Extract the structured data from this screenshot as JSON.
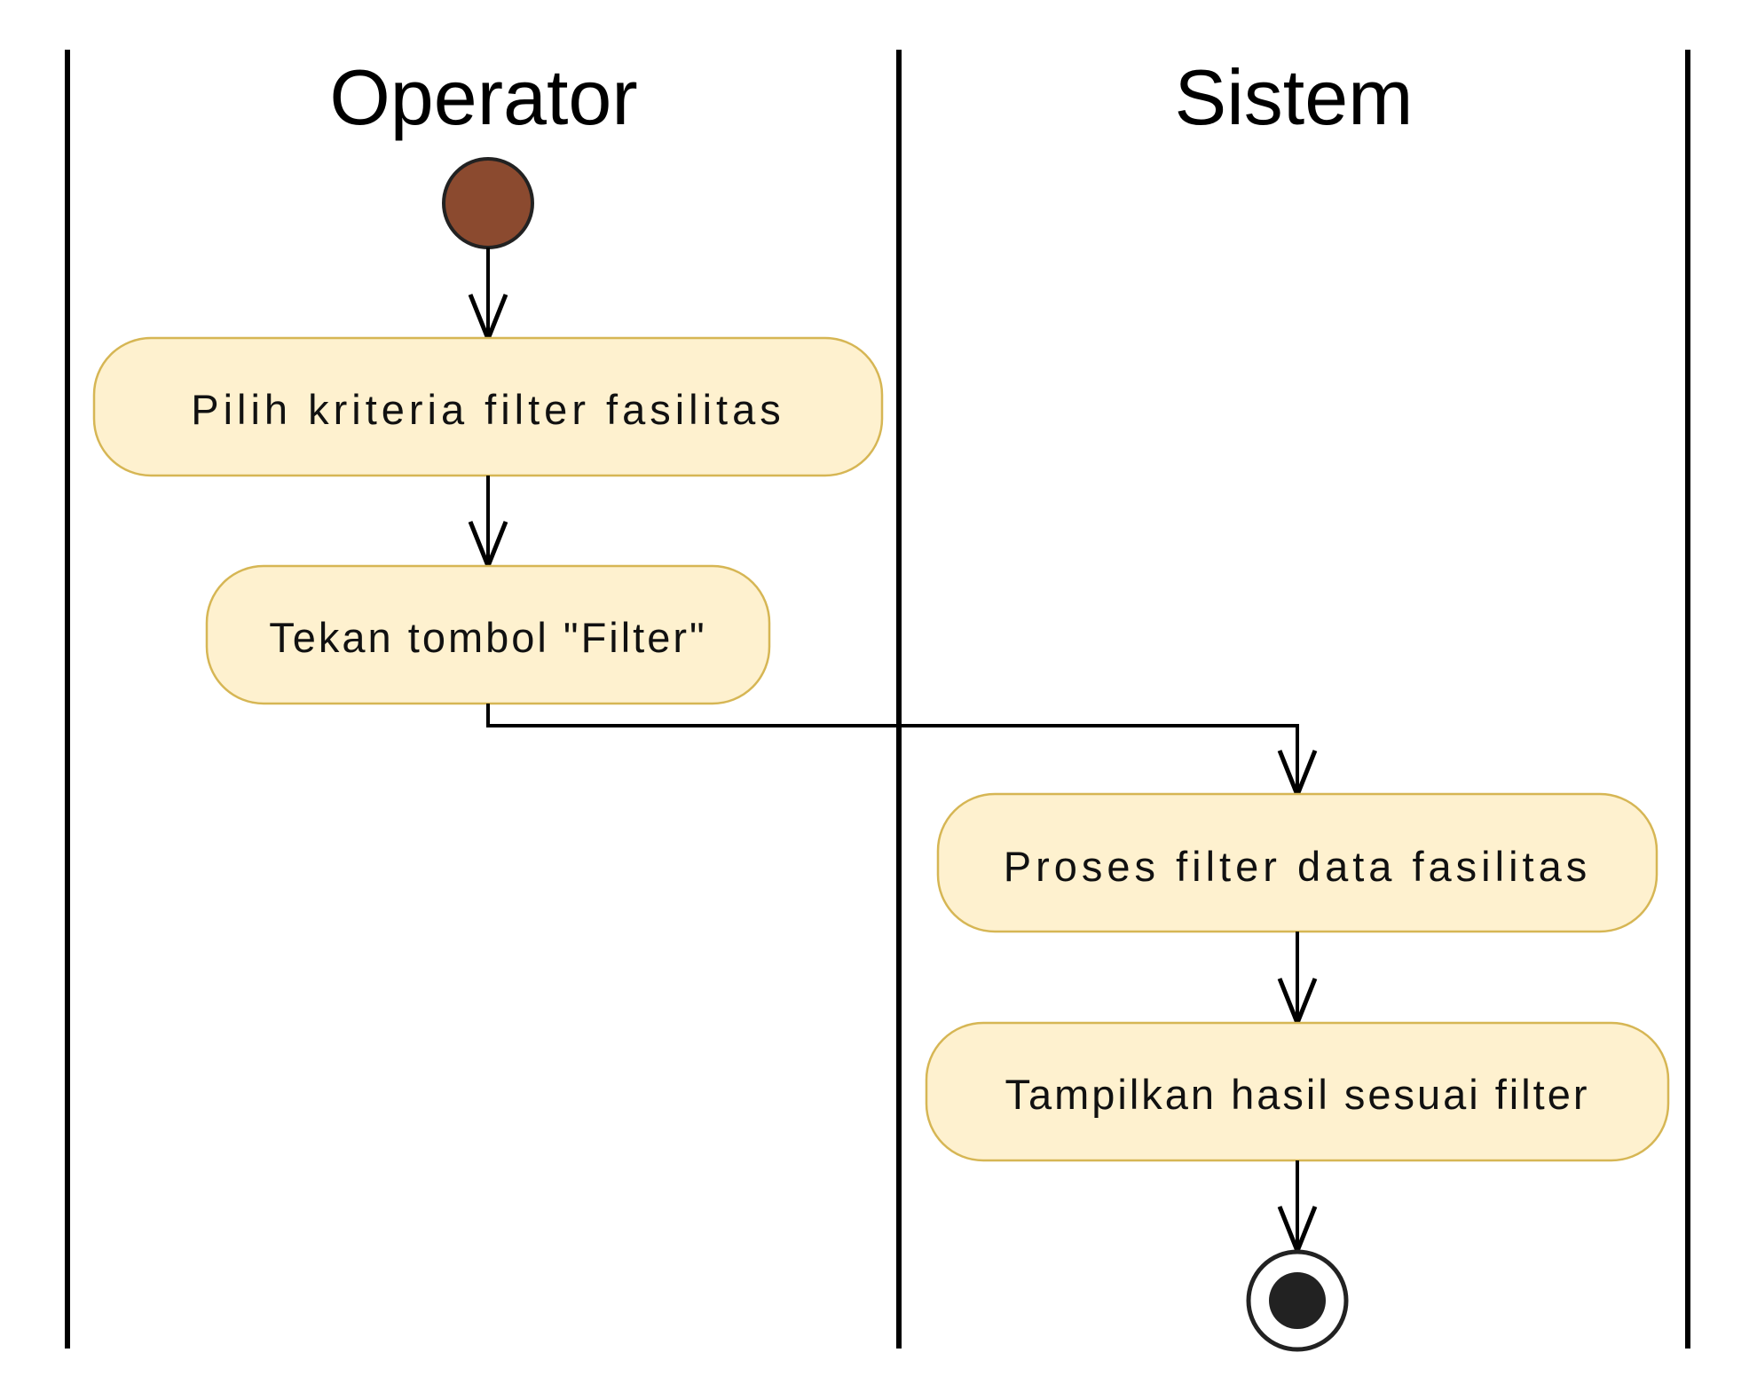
{
  "swimlanes": [
    {
      "title": "Operator"
    },
    {
      "title": "Sistem"
    }
  ],
  "actions": [
    {
      "label": "Pilih kriteria filter fasilitas",
      "lane": "Operator"
    },
    {
      "label": "Tekan tombol \"Filter\"",
      "lane": "Operator"
    },
    {
      "label": "Proses filter data fasilitas",
      "lane": "Sistem"
    },
    {
      "label": "Tampilkan hasil sesuai filter",
      "lane": "Sistem"
    }
  ],
  "colors": {
    "action_fill": "#FEF1CF",
    "action_border": "#D6B654",
    "start_node": "#8B4A2F",
    "end_node": "#222222",
    "line": "#000000"
  }
}
